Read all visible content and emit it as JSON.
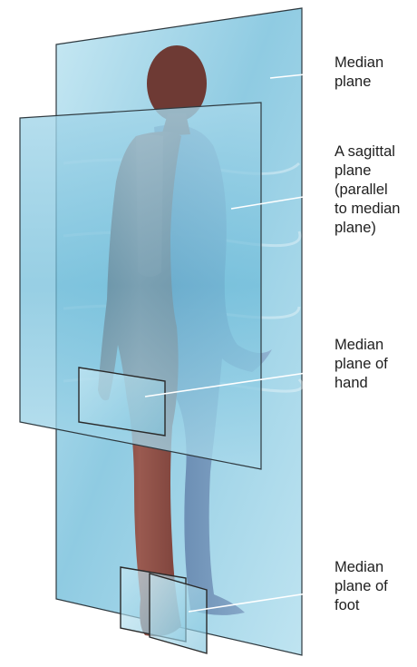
{
  "labels": {
    "median_plane": "Median\nplane",
    "sagittal_plane": "A sagittal\nplane\n(parallel\nto median\nplane)",
    "median_plane_of_hand": "Median\nplane of\nhand",
    "median_plane_of_foot": "Median\nplane of\nfoot"
  },
  "colors": {
    "plane_light": "#d6eef6",
    "plane_mid": "#9fd3e6",
    "plane_dark": "#5fb2d0",
    "plane_edge": "#2f3a40",
    "skin_dark": "#6e3a34",
    "skin_mid": "#9a5a50",
    "skin_light": "#b87468",
    "body_behind": "#6f8fb6",
    "leader_line": "#ffffff"
  }
}
